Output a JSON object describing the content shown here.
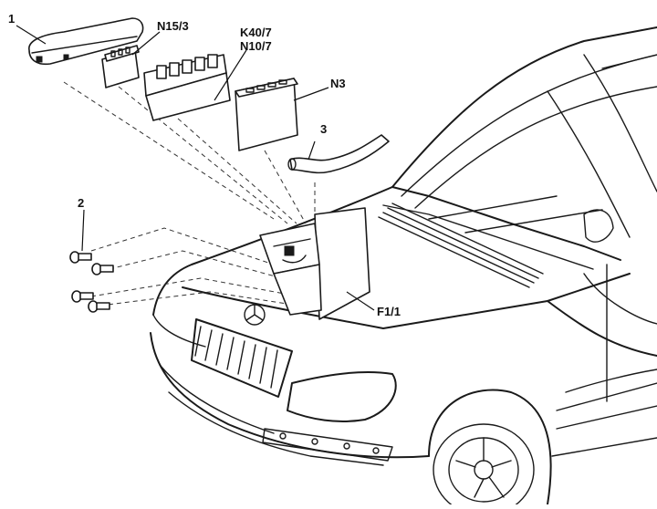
{
  "labels": {
    "part_1": "1",
    "n15_3": "N15/3",
    "k40_7": "K40/7",
    "n10_7": "N10/7",
    "n3": "N3",
    "part_3": "3",
    "part_2": "2",
    "f1_1": "F1/1"
  },
  "colors": {
    "line": "#1a1a1a",
    "background": "#ffffff"
  }
}
